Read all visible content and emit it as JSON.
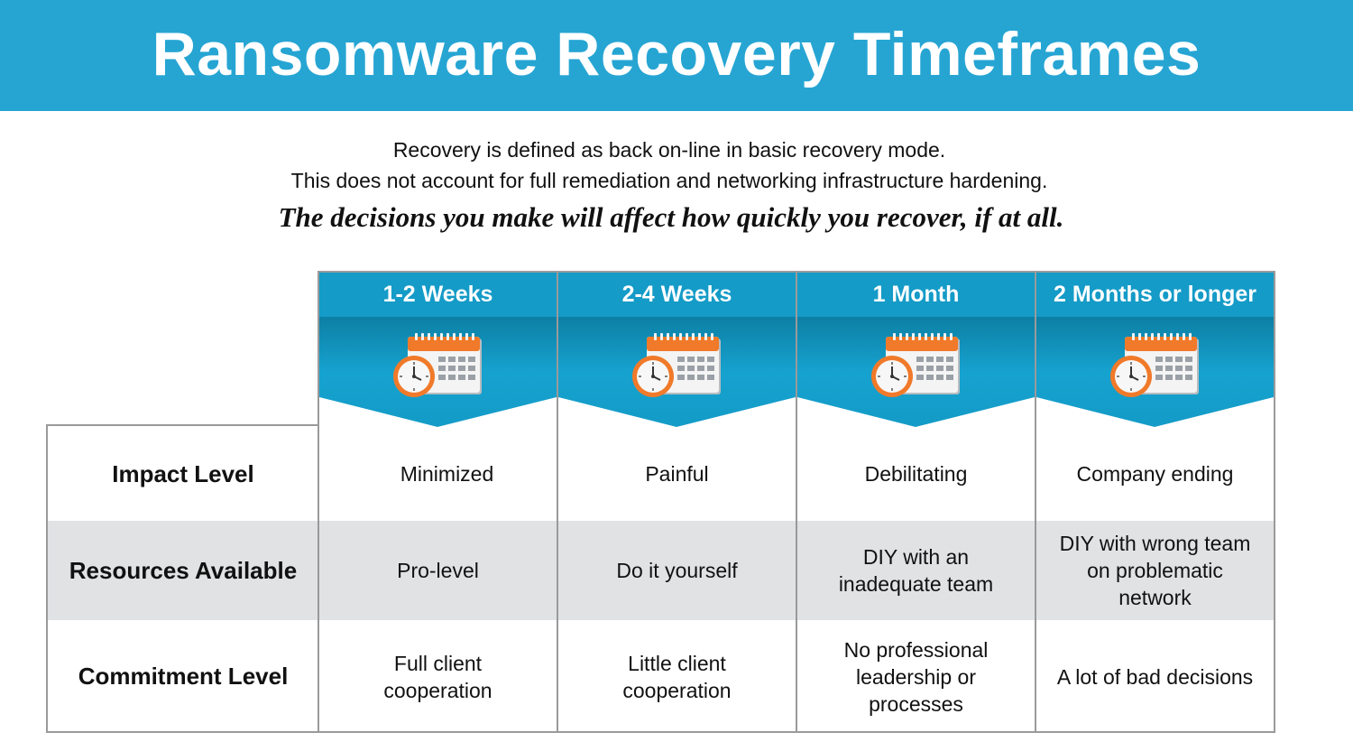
{
  "title": "Ransomware Recovery Timeframes",
  "subtitle_line1": "Recovery is defined as back on-line in basic recovery mode.",
  "subtitle_line2": "This does not account for full remediation and networking infrastructure hardening.",
  "tagline": "The decisions you make will affect how quickly you recover, if at all.",
  "columns": [
    {
      "label": "1-2 Weeks",
      "icon": "calendar-clock-icon"
    },
    {
      "label": "2-4 Weeks",
      "icon": "calendar-clock-icon"
    },
    {
      "label": "1 Month",
      "icon": "calendar-clock-icon"
    },
    {
      "label": "2 Months or longer",
      "icon": "calendar-clock-icon"
    }
  ],
  "rows": [
    {
      "label": "Impact Level",
      "cells": [
        "Minimized",
        "Painful",
        "Debilitating",
        "Company ending"
      ]
    },
    {
      "label": "Resources Available",
      "cells": [
        "Pro-level",
        "Do it yourself",
        "DIY with an\ninadequate team",
        "DIY with wrong team\non problematic\nnetwork"
      ]
    },
    {
      "label": "Commitment Level",
      "cells": [
        "Full client\ncooperation",
        "Little client\ncooperation",
        "No professional\nleadership or\nprocesses",
        "A lot of bad decisions"
      ]
    }
  ],
  "colors": {
    "banner": "#26a5d3",
    "column_header": "#149bc7",
    "shaded_row": "#e1e2e4",
    "clock": "#f07a2a"
  }
}
